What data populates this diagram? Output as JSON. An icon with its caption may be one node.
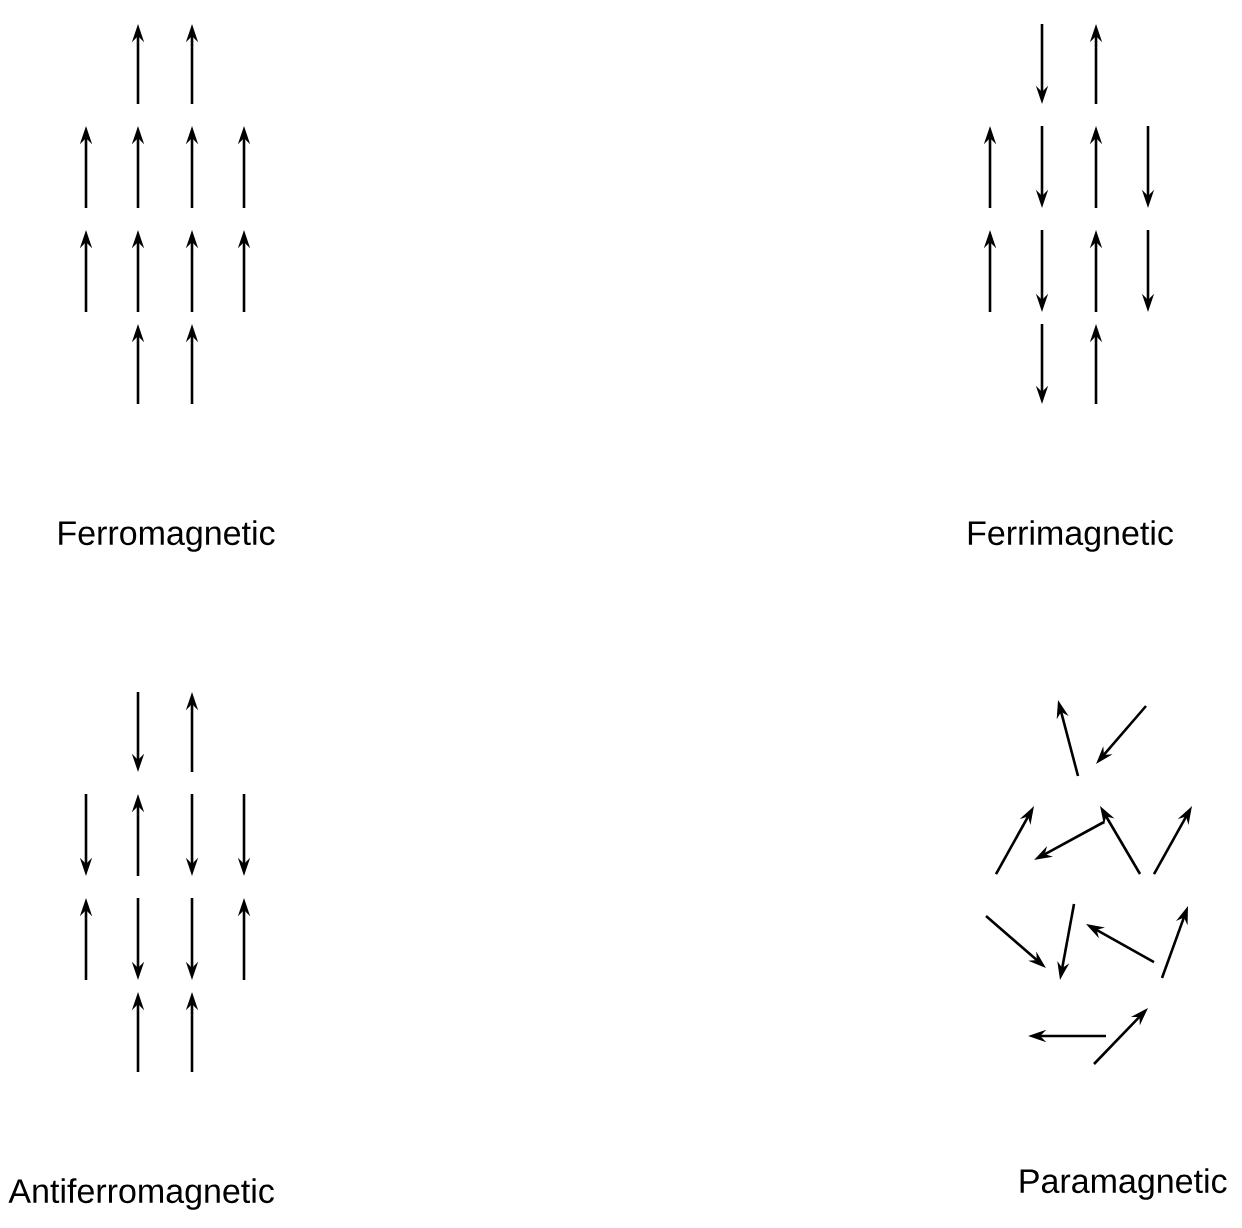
{
  "diagram": {
    "labels": [
      "Ferromagnetic",
      "Ferrimagnetic",
      "Antiferromagnetic",
      "Paramagnetic"
    ]
  }
}
